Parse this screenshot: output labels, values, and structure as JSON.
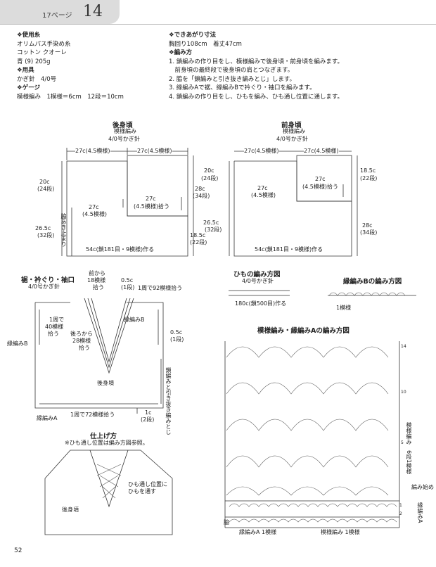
{
  "header": {
    "page_ref": "17ページ",
    "number": "14"
  },
  "left_info": {
    "yarn_title": "使用糸",
    "yarn_lines": [
      "オリムパス手染め糸",
      "コットン クオーレ",
      "青 (9) 205g"
    ],
    "tools_title": "用具",
    "tools_lines": [
      "かぎ針　4/0号"
    ],
    "gauge_title": "ゲージ",
    "gauge_lines": [
      "模様編み　1模様＝6cm　12段＝10cm"
    ]
  },
  "right_info": {
    "size_title": "できあがり寸法",
    "size_lines": [
      "胸回り108cm　着丈47cm"
    ],
    "method_title": "編み方",
    "method_lines": [
      "1. 鎖編みの作り目をし、模様編みで後身頃・前身頃を編みます。",
      "　前身頃の最終段で後身頃の肩とつなぎます。",
      "2. 脇を「鎖編みと引き抜き編みとじ」します。",
      "3. 縁編みAで裾、縁編みBで衿ぐり・袖口を編みます。",
      "4. 鎖編みの作り目をし、ひもを編み、ひも通し位置に通します。"
    ]
  },
  "back": {
    "title": "後身頃",
    "sub": "模様編み",
    "needle": "4/0号かぎ針",
    "w_left": "27c(4.5模様)",
    "w_right": "27c(4.5模様)",
    "h_top": "20c",
    "h_top2": "(24段)",
    "h_bot": "26.5c",
    "h_bot2": "(32段)",
    "h_r1": "20c",
    "h_r1b": "(24段)",
    "h_r2": "28c",
    "h_r2b": "(34段)",
    "h_r3": "18.5c",
    "h_r3b": "(22段)",
    "inner_l": "27c",
    "inner_l2": "(4.5模様)",
    "inner_r": "27c",
    "inner_r2": "(4.5模様)拾う",
    "side": "脇あき止まり",
    "bottom": "54c(鎖181目・9模様)作る"
  },
  "front": {
    "title": "前身頃",
    "sub": "模様編み",
    "needle": "4/0号かぎ針",
    "w_left": "27c(4.5模様)",
    "w_right": "27c(4.5模様)",
    "h_r1": "18.5c",
    "h_r1b": "(22段)",
    "h_r2": "28c",
    "h_r2b": "(34段)",
    "inner_l": "27c",
    "inner_l2": "(4.5模様)",
    "inner_r": "27c",
    "inner_r2": "(4.5模様)拾う",
    "bottom": "54c(鎖181目・9模様)作る"
  },
  "hem": {
    "title": "裾・衿ぐり・袖口",
    "needle": "4/0号かぎ針",
    "front_from": "前から",
    "front_n": "18模様",
    "front_pick": "拾う",
    "v05": "0.5c",
    "v1row": "(1段)",
    "pick92": "1周で92模様拾う",
    "round": "1周で",
    "round40": "40模様",
    "round_pick": "拾う",
    "edgeB": "縁編みB",
    "edgeB2": "縁編みB",
    "back_from": "後ろから",
    "back_n": "28模様",
    "back_pick": "拾う",
    "r05": "0.5c",
    "r1row": "(1段)",
    "vertical": "鎖編みと引き抜き編みとじ",
    "body": "後身頃",
    "edgeA": "縁編みA",
    "pick72": "1周で72模様拾う",
    "h1c": "1c",
    "h2row": "(2段)"
  },
  "cord": {
    "title": "ひもの編み方図",
    "needle": "4/0号かぎ針",
    "len": "180c(鎖500目)作る"
  },
  "edgeBchart": {
    "title": "縁編みBの編み方図",
    "rep": "1模様"
  },
  "patternchart": {
    "title": "模様編み・縁編みAの編み方図",
    "row14": "14",
    "row10": "10",
    "row5": "5",
    "right_label": "模様編み　6段1模様",
    "start": "編み始め",
    "edgeA": "縁編みA",
    "side": "脇",
    "b1": "縁編みA 1模様",
    "b2": "模様編み 1模様",
    "r1": "1",
    "r2": "2"
  },
  "finish": {
    "title": "仕上げ方",
    "note": "※ひも通し位置は編み方図参照。",
    "body": "後身頃",
    "ties1": "ひも通し位置に",
    "ties2": "ひもを通す"
  },
  "page_number": "52"
}
